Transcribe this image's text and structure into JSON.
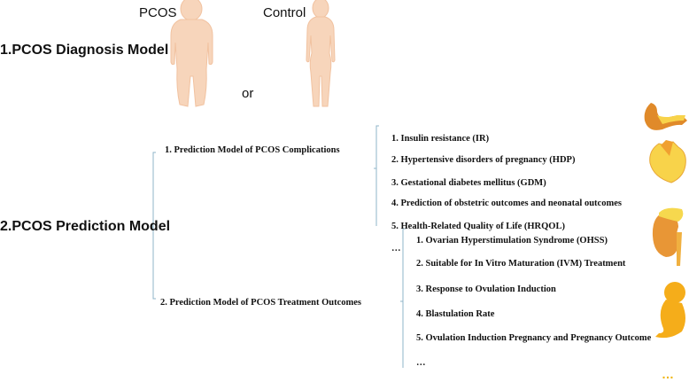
{
  "diagnosis": {
    "title": "1.PCOS Diagnosis Model",
    "pcos_label": "PCOS",
    "control_label": "Control",
    "or_label": "or"
  },
  "prediction": {
    "title": "2.PCOS Prediction Model",
    "complications": {
      "title": "1.   Prediction Model of PCOS Complications",
      "items": [
        "1. Insulin resistance (IR)",
        "2. Hypertensive disorders of pregnancy (HDP)",
        "3. Gestational diabetes mellitus (GDM)",
        "4. Prediction of obstetric outcomes and neonatal outcomes",
        "5. Health-Related Quality of Life (HRQOL)",
        "…"
      ]
    },
    "treatment": {
      "title": "2. Prediction Model of PCOS Treatment Outcomes",
      "items": [
        "1. Ovarian Hyperstimulation Syndrome (OHSS)",
        "2. Suitable for In Vitro Maturation (IVM) Treatment",
        "3. Response to Ovulation Induction",
        "4. Blastulation Rate",
        "5. Ovulation Induction Pregnancy and Pregnancy Outcome",
        "…"
      ]
    },
    "more_icons": "…"
  },
  "icons": [
    "pcos-body-icon",
    "control-body-icon",
    "pancreas-icon",
    "heart-icon",
    "kidney-adrenal-icon",
    "fetus-icon"
  ],
  "colors": {
    "skin": "#f7d5bb",
    "bracket": "#8fb4c8",
    "organ_orange": "#f0a030",
    "organ_yellow": "#f8d34a",
    "ellipsis": "#f0b400"
  }
}
